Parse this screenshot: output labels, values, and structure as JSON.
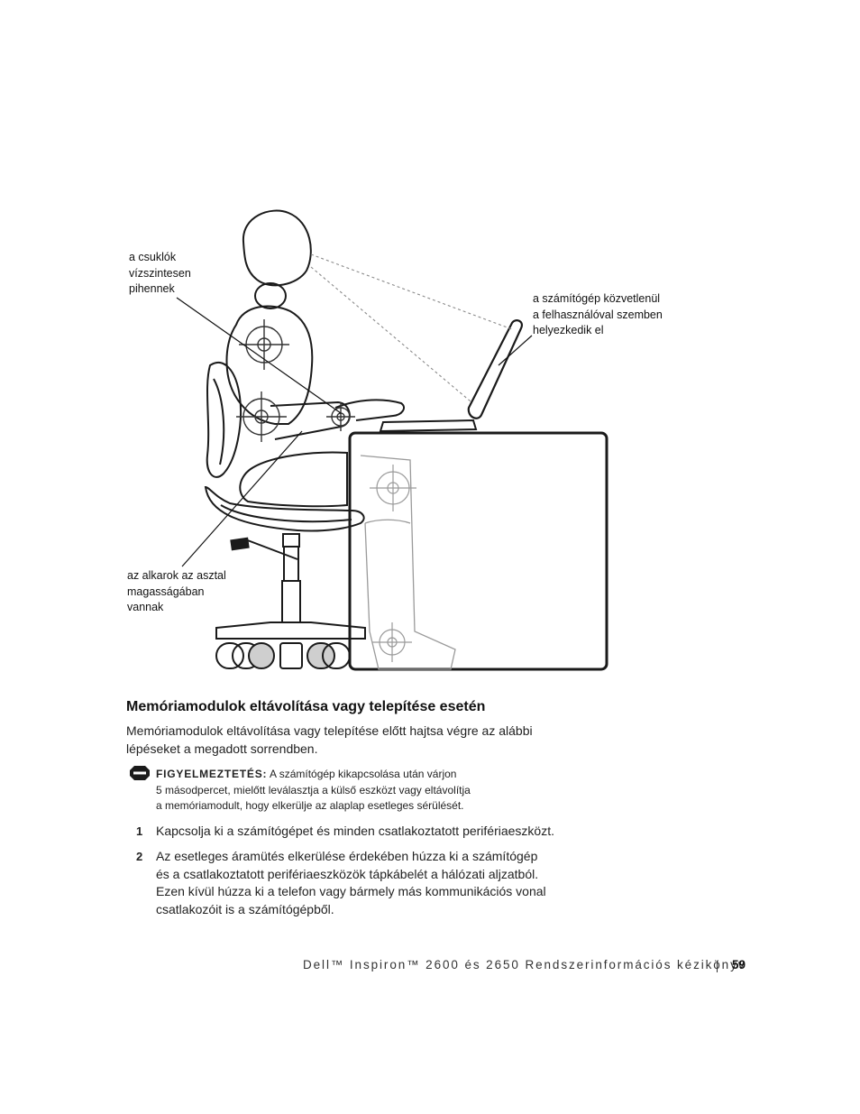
{
  "figure": {
    "callout_wrists": [
      "a csuklók",
      "vízszintesen",
      "pihennek"
    ],
    "callout_screen": [
      "a számítógép közvetlenül",
      "a felhasználóval szemben",
      "helyezkedik el"
    ],
    "callout_forearms": [
      "az alkarok az asztal",
      "magasságában",
      "vannak"
    ]
  },
  "section": {
    "heading": "Memóriamodulok eltávolítása vagy telepítése esetén",
    "intro": [
      "Memóriamodulok eltávolítása vagy telepítése előtt hajtsa végre az alábbi",
      "lépéseket a megadott sorrendben."
    ]
  },
  "notice": {
    "icon": "notice-icon",
    "label": "FIGYELMEZTETÉS:",
    "lines": [
      "A számítógép kikapcsolása után várjon",
      "5 másodpercet, mielőtt leválasztja a külső eszközt vagy eltávolítja",
      "a memóriamodult, hogy elkerülje az alaplap esetleges sérülését."
    ]
  },
  "steps": [
    {
      "number": "1",
      "lines": [
        "Kapcsolja ki a számítógépet és minden csatlakoztatott perifériaeszközt."
      ]
    },
    {
      "number": "2",
      "lines": [
        "Az esetleges áramütés elkerülése érdekében húzza ki a számítógép",
        "és a csatlakoztatott perifériaeszközök tápkábelét a hálózati aljzatból.",
        "Ezen kívül húzza ki a telefon vagy bármely más kommunikációs vonal",
        "csatlakozóit is a számítógépből."
      ]
    }
  ],
  "footer": {
    "title": "Dell™ Inspiron™ 2600 és 2650 Rendszerinformációs kézikönyv",
    "page": "59"
  }
}
